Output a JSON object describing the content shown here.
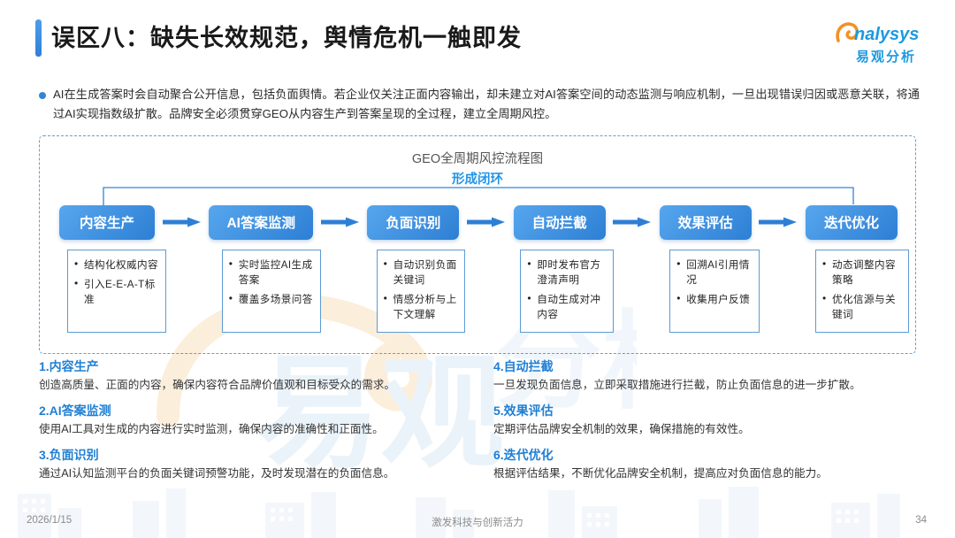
{
  "header": {
    "title": "误区八：缺失长效规范，舆情危机一触即发",
    "logo_name": "analysys",
    "logo_sub": "易观分析"
  },
  "lead": {
    "text": "AI在生成答案时会自动聚合公开信息，包括负面舆情。若企业仅关注正面内容输出，却未建立对AI答案空间的动态监测与响应机制，一旦出现错误归因或恶意关联，将通过AI实现指数级扩散。品牌安全必须贯穿GEO从内容生产到答案呈现的全过程，建立全周期风控。"
  },
  "diagram": {
    "title": "GEO全周期风控流程图",
    "subtitle": "形成闭环",
    "nodes": [
      {
        "label": "内容生产",
        "details": [
          "结构化权威内容",
          "引入E-E-A-T标准"
        ]
      },
      {
        "label": "AI答案监测",
        "details": [
          "实时监控AI生成答案",
          "覆盖多场景问答"
        ]
      },
      {
        "label": "负面识别",
        "details": [
          "自动识别负面关键词",
          "情感分析与上下文理解"
        ]
      },
      {
        "label": "自动拦截",
        "details": [
          "即时发布官方澄清声明",
          "自动生成对冲内容"
        ]
      },
      {
        "label": "效果评估",
        "details": [
          "回溯AI引用情况",
          "收集用户反馈"
        ]
      },
      {
        "label": "迭代优化",
        "details": [
          "动态调整内容策略",
          "优化信源与关键词"
        ]
      }
    ]
  },
  "descriptions": {
    "left": [
      {
        "head": "1.内容生产",
        "body": "创造高质量、正面的内容，确保内容符合品牌价值观和目标受众的需求。"
      },
      {
        "head": "2.AI答案监测",
        "body": "使用AI工具对生成的内容进行实时监测，确保内容的准确性和正面性。"
      },
      {
        "head": "3.负面识别",
        "body": "通过AI认知监测平台的负面关键词预警功能，及时发现潜在的负面信息。"
      }
    ],
    "right": [
      {
        "head": "4.自动拦截",
        "body": "一旦发现负面信息，立即采取措施进行拦截，防止负面信息的进一步扩散。"
      },
      {
        "head": "5.效果评估",
        "body": "定期评估品牌安全机制的效果，确保措施的有效性。"
      },
      {
        "head": "6.迭代优化",
        "body": "根据评估结果，不断优化品牌安全机制，提高应对负面信息的能力。"
      }
    ]
  },
  "footer": {
    "date": "2026/1/15",
    "center": "激发科技与创新活力",
    "page": "34"
  },
  "colors": {
    "accent": "#1f7fd4",
    "node_start": "#57a6ee",
    "node_end": "#2d7fd4",
    "dashed_border": "#5a9fdd",
    "subtitle": "#1f94e8",
    "logo_orange": "#f29123",
    "logo_blue": "#1c9ae0"
  }
}
